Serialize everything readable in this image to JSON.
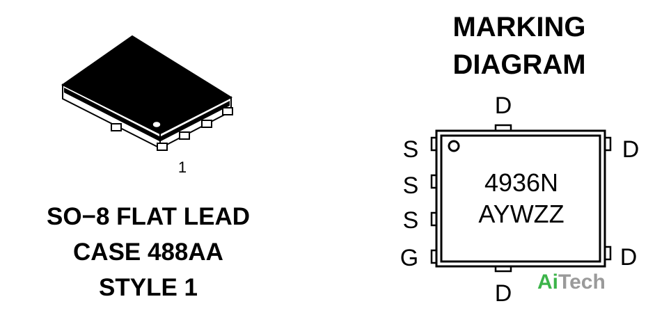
{
  "package": {
    "pin1_label": "1",
    "title_lines": [
      "SO−8 FLAT LEAD",
      "CASE 488AA",
      "STYLE 1"
    ]
  },
  "marking": {
    "title_lines": [
      "MARKING",
      "DIAGRAM"
    ],
    "code_lines": [
      "4936N",
      "AYWZZ"
    ],
    "pins_left": [
      "S",
      "S",
      "S",
      "G"
    ],
    "pins_right": [
      "D",
      "D"
    ],
    "pin_top": "D",
    "pin_bottom": "D"
  },
  "watermark": {
    "prefix": "Ai",
    "suffix": "Tech",
    "prefix_color": "#3cb44a",
    "suffix_color": "#9a9a9a"
  }
}
